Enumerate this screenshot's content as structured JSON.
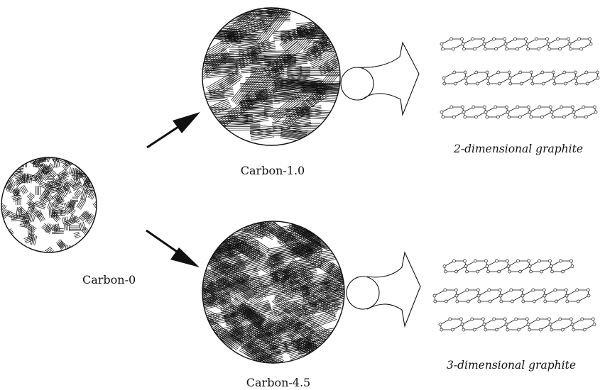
{
  "labels": {
    "carbon_0": "Carbon-0",
    "carbon_1_0": "Carbon-1.0",
    "carbon_4_5": "Carbon-4.5",
    "graphite_2d": "2-dimensional graphite",
    "graphite_3d": "3-dimensional graphite"
  },
  "colors": {
    "ink": "#111111",
    "background": "#ffffff"
  }
}
